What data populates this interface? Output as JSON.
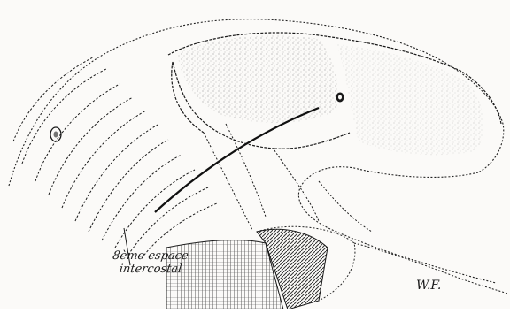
{
  "figure": {
    "label": {
      "line1": "8ème espace",
      "line2": "intercostal"
    },
    "signature": "W.F."
  },
  "colors": {
    "ink": "#1a1a1a",
    "paper": "#fbfaf8",
    "hatch": "#444444"
  }
}
